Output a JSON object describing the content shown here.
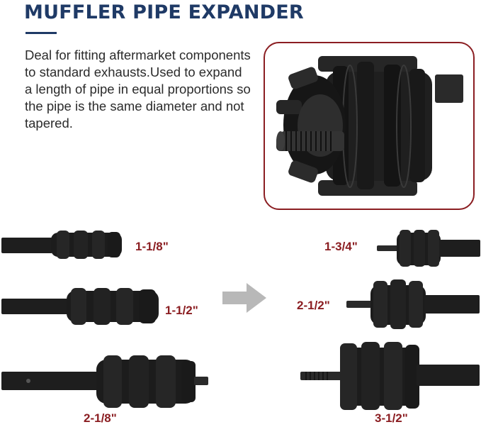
{
  "header": {
    "title": "MUFFLER PIPE EXPANDER"
  },
  "description": "Deal for fitting aftermarket components to standard exhausts.Used to expand a length of pipe in equal proportions so the pipe is the same diameter and not tapered.",
  "sizes": {
    "left": [
      "1-1/8\"",
      "1-1/2\"",
      "2-1/8\""
    ],
    "right": [
      "1-3/4\"",
      "2-1/2\"",
      "3-1/2\""
    ]
  },
  "colors": {
    "title": "#1f3a66",
    "accent": "#8b1e22",
    "arrow": "#b8b8b8",
    "tool": "#1c1c1c"
  }
}
